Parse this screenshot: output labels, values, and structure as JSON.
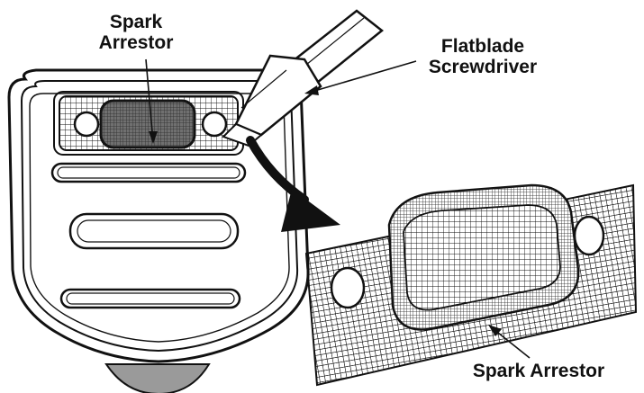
{
  "labels": {
    "spark_arrestor_top": [
      "Spark",
      "Arrestor"
    ],
    "screwdriver": [
      "Flatblade",
      "Screwdriver"
    ],
    "spark_arrestor_bottom": "Spark Arrestor"
  },
  "colors": {
    "ink": "#111111",
    "screen_dark": "#707070",
    "shadow_grey": "#9a9a9a",
    "paper": "#ffffff"
  }
}
